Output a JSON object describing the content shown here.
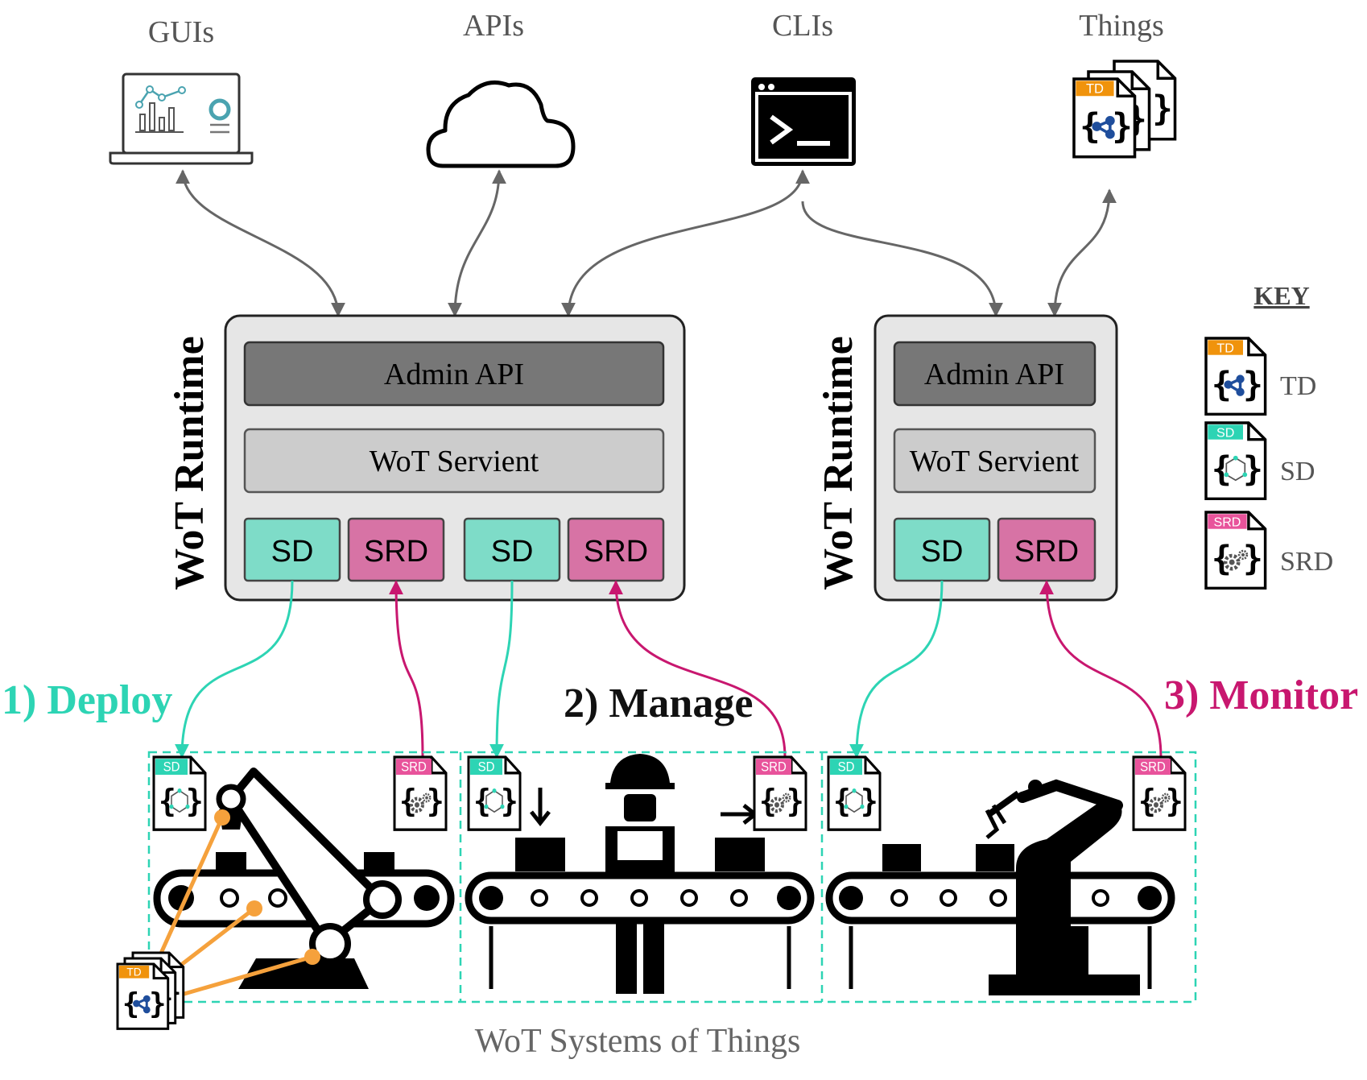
{
  "interfaces": {
    "guis": "GUIs",
    "apis": "APIs",
    "clis": "CLIs",
    "things": "Things"
  },
  "runtime_left": {
    "title": "WoT Runtime",
    "admin_api": "Admin API",
    "servient": "WoT Servient",
    "sd_1": "SD",
    "srd_1": "SRD",
    "sd_2": "SD",
    "srd_2": "SRD"
  },
  "runtime_right": {
    "title": "WoT Runtime",
    "admin_api": "Admin API",
    "servient": "WoT Servient",
    "sd": "SD",
    "srd": "SRD"
  },
  "phases": {
    "deploy": "1) Deploy",
    "manage": "2) Manage",
    "monitor": "3) Monitor"
  },
  "doc_tags": {
    "td": "TD",
    "sd": "SD",
    "srd": "SRD"
  },
  "key": {
    "title": "KEY",
    "td": "TD",
    "sd": "SD",
    "srd": "SRD"
  },
  "systems_caption": "WoT Systems of Things",
  "colors": {
    "teal_box": "#7edcc8",
    "pink_box": "#d773a5",
    "teal_arrow": "#2dd4b4",
    "pink_arrow": "#c8176f",
    "orange_tag": "#f0930c",
    "orange_link": "#f5a13c",
    "gray_arrow": "#666666",
    "admin_box": "#777777",
    "servient_box": "#cccccc",
    "runtime_bg": "#e6e6e6",
    "manage_text": "#111111"
  },
  "icons": {
    "guis": "laptop-dashboard-icon",
    "apis": "cloud-icon",
    "clis": "terminal-icon",
    "things": "thing-description-stack-icon",
    "scene_1": "robot-arm-conveyor-icon",
    "scene_2": "worker-conveyor-icon",
    "scene_3": "industrial-robot-conveyor-icon"
  }
}
